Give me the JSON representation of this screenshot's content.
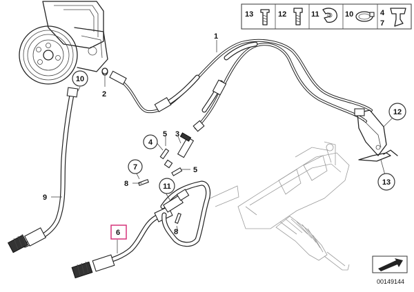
{
  "diagram": {
    "legend": [
      {
        "number": "13"
      },
      {
        "number": "12"
      },
      {
        "number": "11"
      },
      {
        "number": "10"
      },
      {
        "number": "4",
        "number2": "7"
      }
    ],
    "labels": {
      "l1": "1",
      "l2": "2",
      "l3": "3",
      "l4": "4",
      "l5a": "5",
      "l5b": "5",
      "l6": "6",
      "l7": "7",
      "l8a": "8",
      "l8b": "8",
      "l9": "9",
      "l10": "10",
      "l11": "11",
      "l12": "12",
      "l13": "13"
    },
    "diagram_code": "00149144",
    "highlight_color": "#d6337a"
  }
}
